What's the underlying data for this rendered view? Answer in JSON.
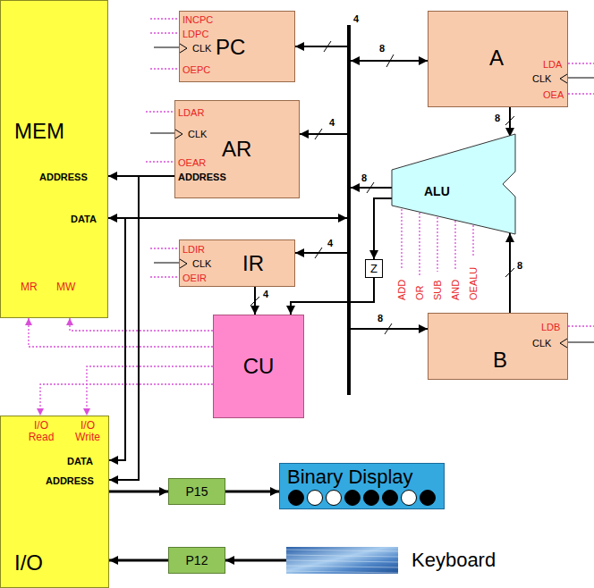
{
  "diagram": {
    "nodes": [
      {
        "text": [
          "MEM",
          "ADDRESS",
          "DATA",
          "MR",
          "MW"
        ]
      },
      {
        "text": [
          "INCPC",
          "LDPC",
          "CLK",
          "PC",
          "OEPC"
        ]
      },
      {
        "text": [
          "A",
          "LDA",
          "CLK",
          "OEA"
        ]
      },
      {
        "text": [
          "LDAR",
          "CLK",
          "AR",
          "OEAR",
          "ADDRESS"
        ]
      },
      {
        "text": [
          "ALU"
        ]
      },
      {
        "text": [
          "LDIR",
          "CLK",
          "IR",
          "OEIR"
        ]
      },
      {
        "text": [
          "Z"
        ]
      },
      {
        "text": [
          "LDB",
          "CLK",
          "B"
        ]
      },
      {
        "text": [
          "CU"
        ]
      },
      {
        "text": [
          "I/O Read",
          "I/O Write",
          "DATA",
          "ADDRESS",
          "I/O"
        ]
      },
      {
        "text": [
          "P15"
        ]
      },
      {
        "text": [
          "Binary Display"
        ]
      },
      {
        "text": [
          "P12"
        ]
      },
      {
        "text": [
          "Keyboard"
        ]
      }
    ],
    "edges": [
      {
        "from": 2,
        "to": 4,
        "arrow": "to",
        "label": "8"
      },
      {
        "from": 7,
        "to": 4,
        "arrow": "to",
        "label": "8"
      },
      {
        "from": 3,
        "to": 0,
        "arrow": "to"
      },
      {
        "from": 3,
        "to": 9,
        "arrow": "to"
      },
      {
        "from": 4,
        "to": 6,
        "arrow": "to"
      },
      {
        "from": 5,
        "to": 8,
        "arrow": "to",
        "label": "4"
      },
      {
        "from": 6,
        "to": 8,
        "arrow": "to"
      },
      {
        "from": 8,
        "to": 0,
        "arrow": "to"
      },
      {
        "from": 8,
        "to": 0,
        "arrow": "to"
      },
      {
        "from": 8,
        "to": 9,
        "arrow": "to"
      },
      {
        "from": 8,
        "to": 9,
        "arrow": "to"
      },
      {
        "from": 0,
        "to": 9,
        "arrow": "both"
      },
      {
        "from": 9,
        "to": 10,
        "arrow": "to"
      },
      {
        "from": 10,
        "to": 11,
        "arrow": "to"
      },
      {
        "from": 13,
        "to": 12,
        "arrow": "to"
      },
      {
        "from": 12,
        "to": 9,
        "arrow": "to"
      }
    ],
    "labels": [
      "4",
      "8",
      "4",
      "8",
      "ADD",
      "OR",
      "SUB",
      "AND",
      "OEALU",
      "4",
      "8"
    ]
  }
}
